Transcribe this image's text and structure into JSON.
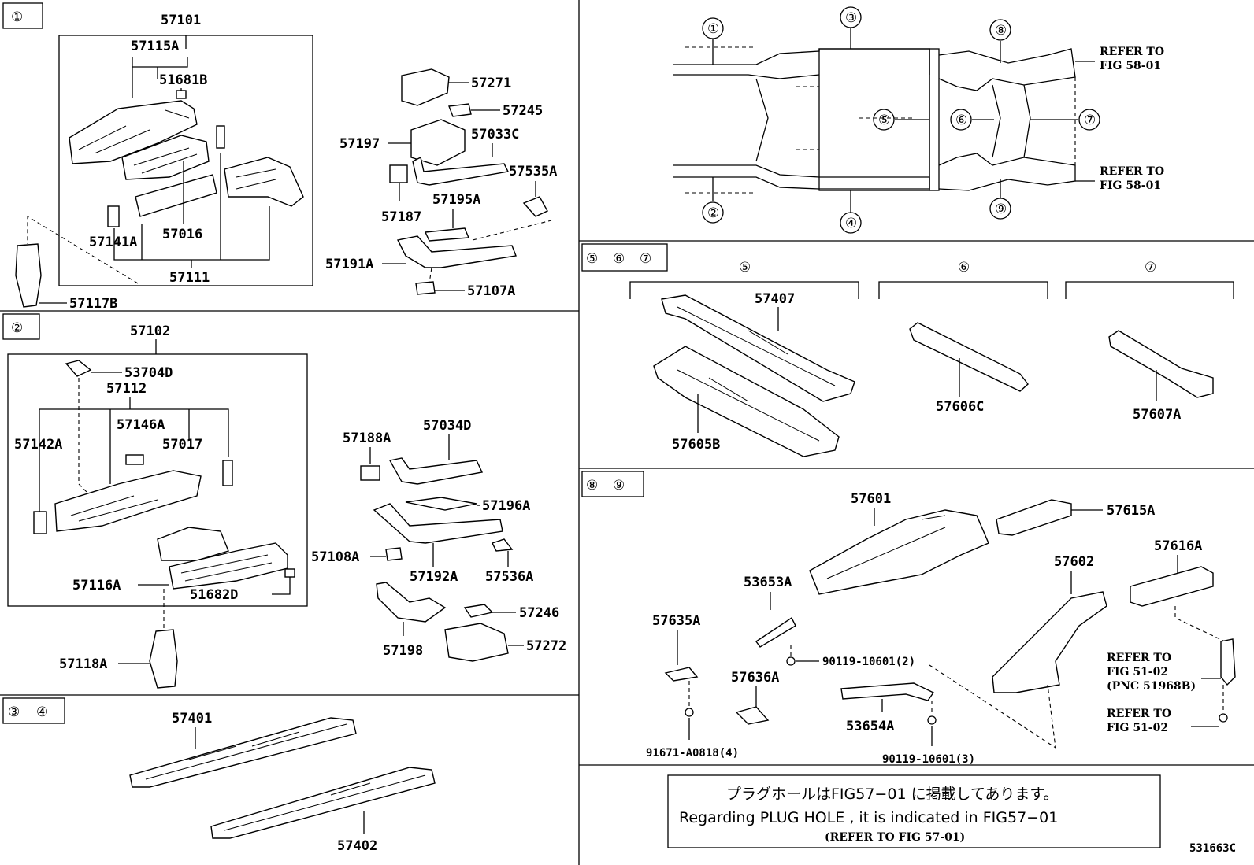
{
  "sections": {
    "s1_tag": "①",
    "s2_tag": "②",
    "s34_tags": [
      "③",
      "④"
    ],
    "s567_tags": [
      "⑤",
      "⑥",
      "⑦"
    ],
    "s89_tags": [
      "⑧",
      "⑨"
    ]
  },
  "section1": {
    "labels": [
      "57101",
      "57115A",
      "51681B",
      "57141A",
      "57016",
      "57111",
      "57117B",
      "57271",
      "57245",
      "57197",
      "57033C",
      "57535A",
      "57187",
      "57195A",
      "57191A",
      "57107A"
    ]
  },
  "section2": {
    "labels": [
      "57102",
      "53704D",
      "57112",
      "57146A",
      "57017",
      "57142A",
      "57116A",
      "51682D",
      "57118A",
      "57188A",
      "57034D",
      "57196A",
      "57108A",
      "57192A",
      "57536A",
      "57246",
      "57198",
      "57272"
    ]
  },
  "section34": {
    "labels": [
      "57401",
      "57402"
    ]
  },
  "overview": {
    "circles": [
      "①",
      "②",
      "③",
      "④",
      "⑤",
      "⑥",
      "⑦",
      "⑧",
      "⑨"
    ],
    "refer_top": [
      "REFER TO",
      "FIG 58-01"
    ],
    "refer_bottom": [
      "REFER TO",
      "FIG 58-01"
    ]
  },
  "section567": {
    "headers": [
      "⑤",
      "⑥",
      "⑦"
    ],
    "labels": [
      "57407",
      "57605B",
      "57606C",
      "57607A"
    ]
  },
  "section89": {
    "labels": [
      "57601",
      "57615A",
      "57616A",
      "57602",
      "53653A",
      "57635A",
      "57636A",
      "53654A"
    ],
    "fasteners": [
      "90119-10601(2)",
      "91671-A0818(4)",
      "90119-10601(3)"
    ],
    "refer1": [
      "REFER TO",
      "FIG 51-02",
      "(PNC 51968B)"
    ],
    "refer2": [
      "REFER TO",
      "FIG 51-02"
    ]
  },
  "note": {
    "jp": "プラグホールはFIG57−01 に掲載してあります。",
    "en": "Regarding  PLUG HOLE , it is  indicated in  FIG57−01",
    "ref": "(REFER TO FIG 57-01)"
  },
  "figure_id": "531663C"
}
